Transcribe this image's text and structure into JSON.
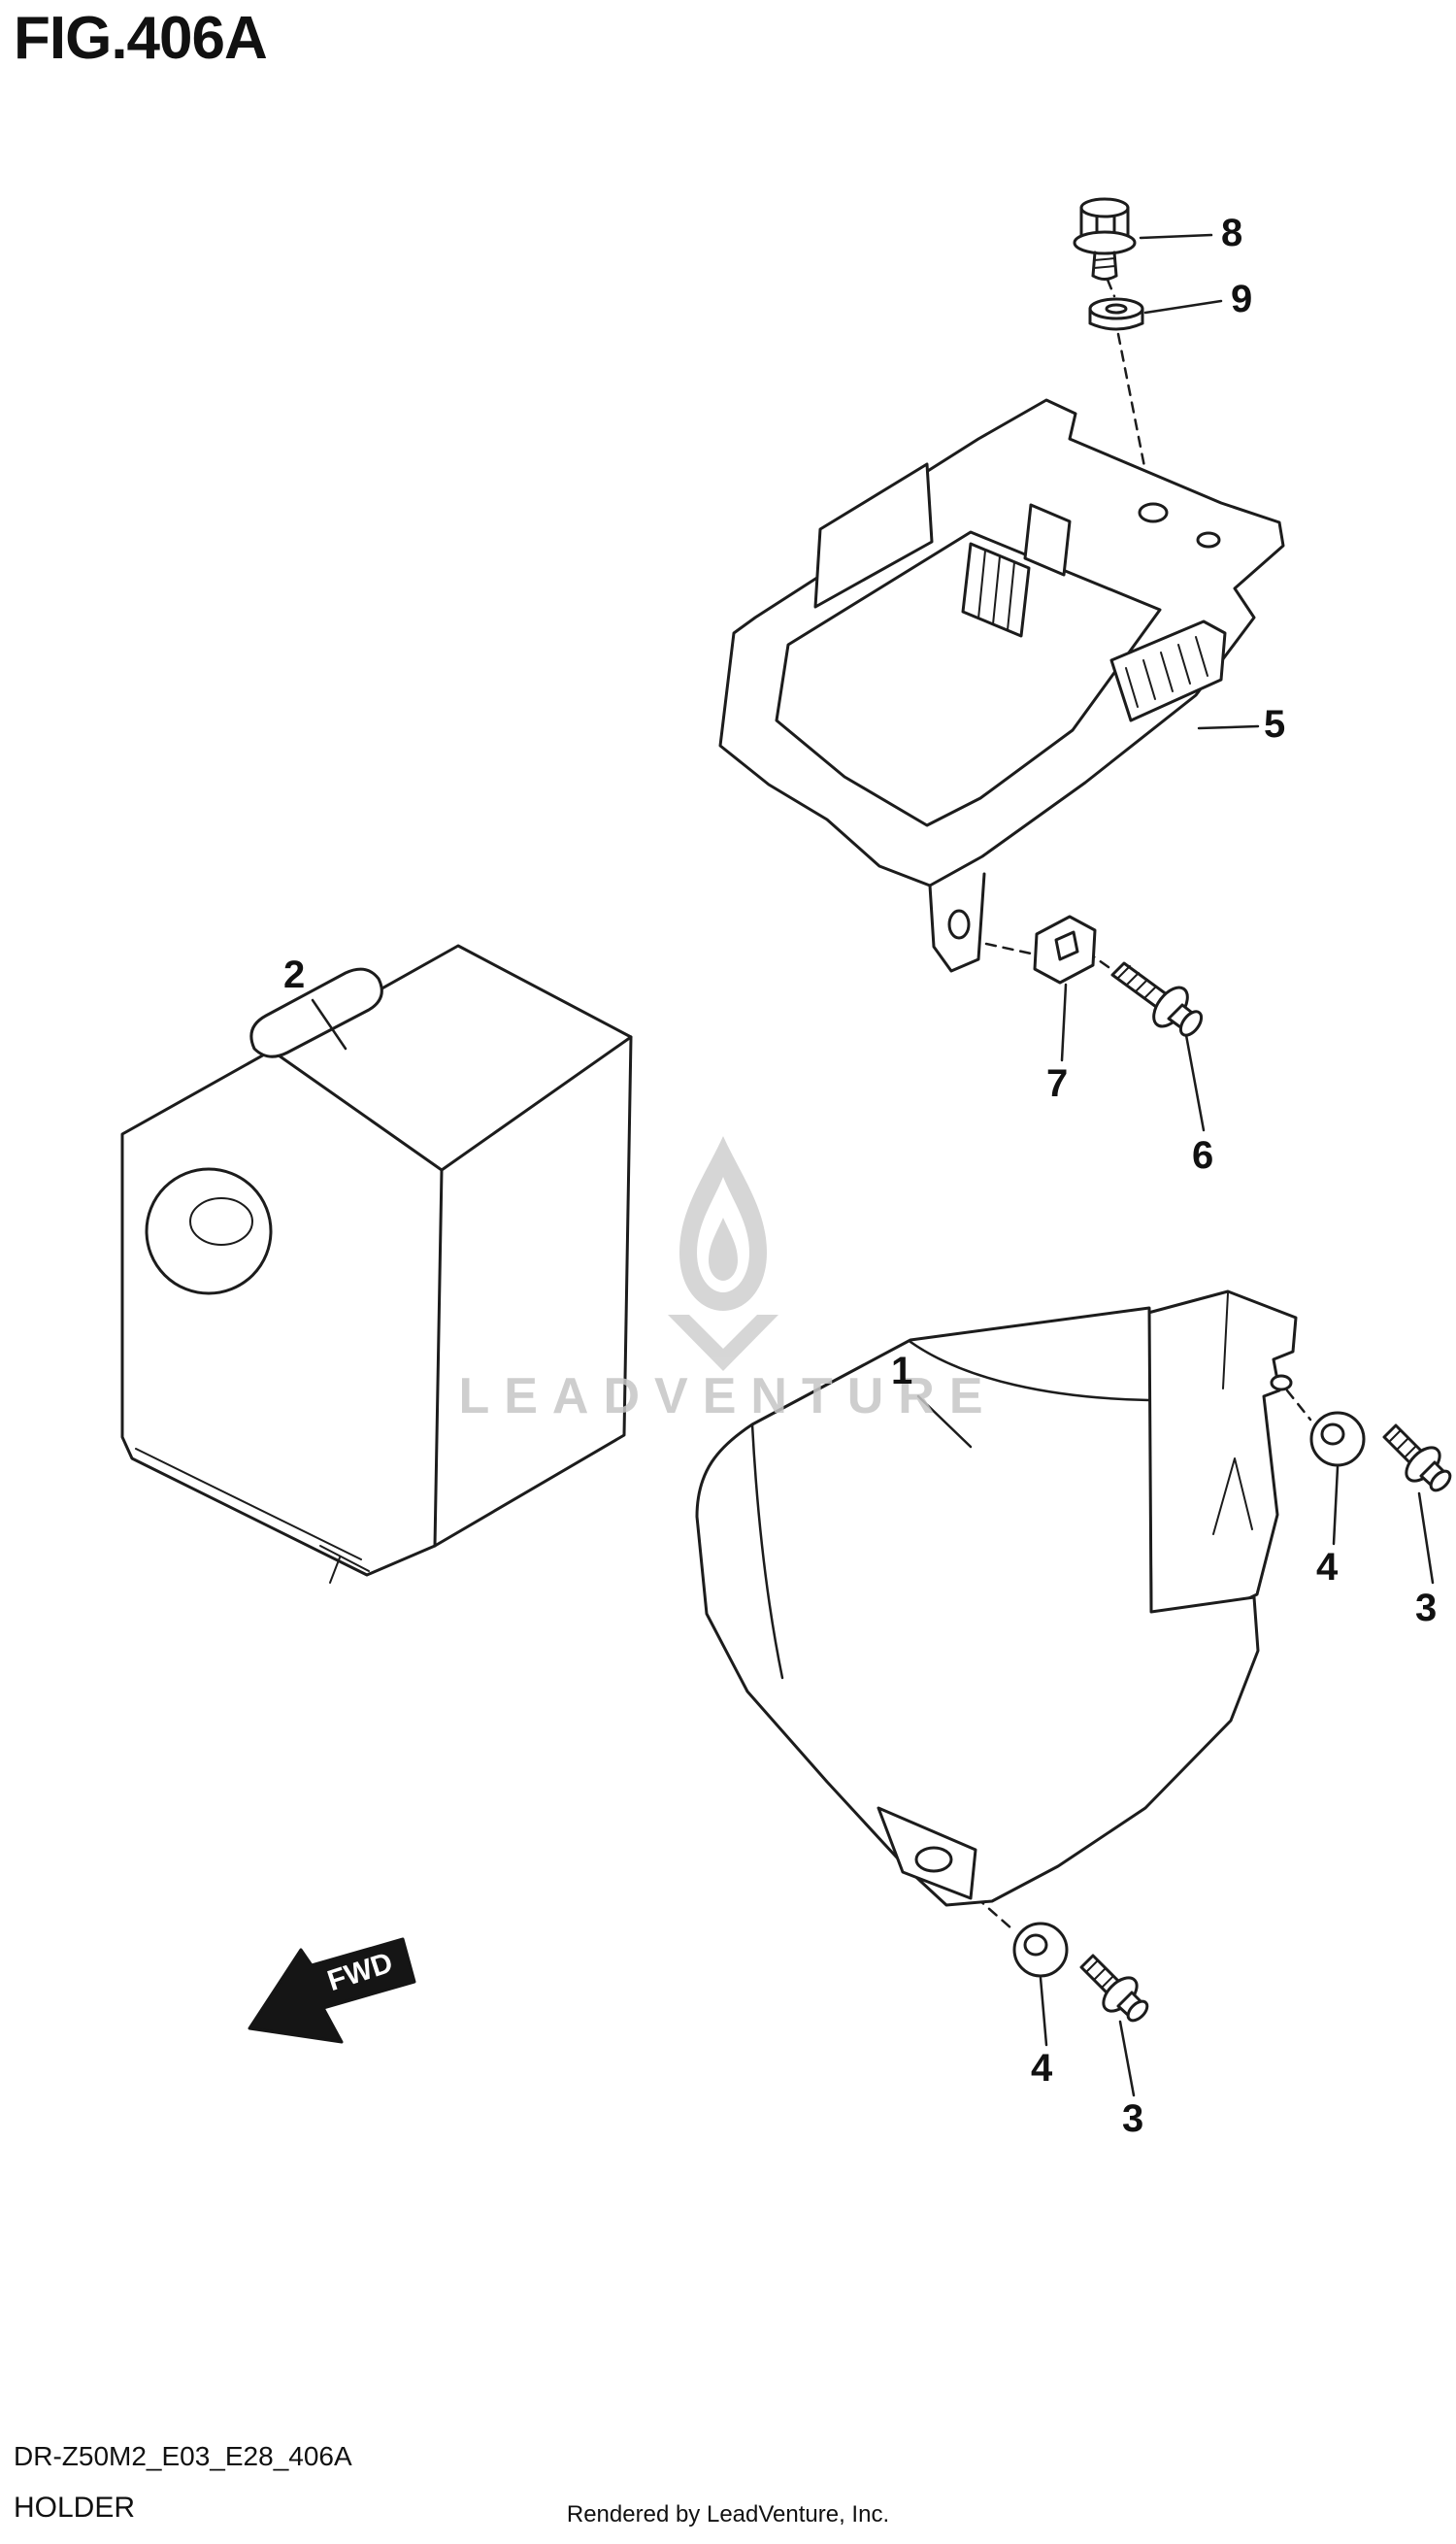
{
  "figure": {
    "title": "FIG.406A"
  },
  "callouts": {
    "c8": "8",
    "c9": "9",
    "c5": "5",
    "c2": "2",
    "c7": "7",
    "c6": "6",
    "c1": "1",
    "c4_right": "4",
    "c3_right": "3",
    "c4_bottom": "4",
    "c3_bottom": "3"
  },
  "direction_arrow": {
    "label": "FWD"
  },
  "watermark": {
    "brand": "LEADVENTURE"
  },
  "footer": {
    "part_code": "DR-Z50M2_E03_E28_406A",
    "figure_name": "HOLDER",
    "credit": "Rendered by LeadVenture, Inc."
  },
  "colors": {
    "line": "#1c1c1c",
    "watermark_gray": "#c6c6c6",
    "arrow_fill": "#151515"
  }
}
